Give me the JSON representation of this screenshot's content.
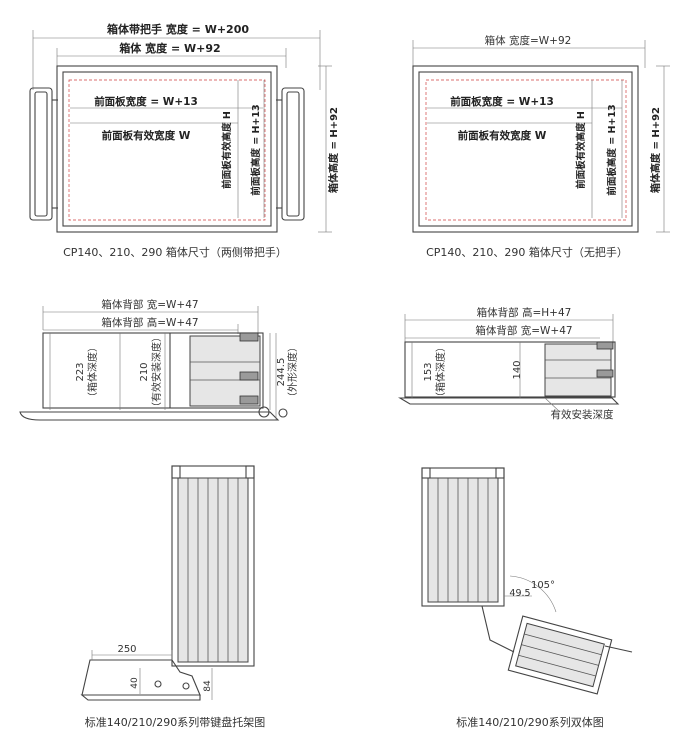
{
  "top_left": {
    "dim_total": "箱体带把手 宽度 = W+200",
    "dim_width": "箱体 宽度 = W+92",
    "dim_front_width": "前面板宽度 = W+13",
    "dim_effective_width": "前面板有效宽度 W",
    "dim_effective_height": "前面板有效高度 H",
    "dim_front_height": "前面板高度 = H+13",
    "dim_height": "箱体高度 = H+92",
    "caption": "CP140、210、290 箱体尺寸（两侧带把手）"
  },
  "top_right": {
    "dim_width": "箱体 宽度=W+92",
    "dim_front_width": "前面板宽度 = W+13",
    "dim_effective_width": "前面板有效宽度 W",
    "dim_effective_height": "前面板有效高度 H",
    "dim_front_height": "前面板高度 = H+13",
    "dim_height": "箱体高度 = H+92",
    "caption": "CP140、210、290 箱体尺寸（无把手）"
  },
  "mid_left": {
    "dim_back_width": "箱体背部  宽=W+47",
    "dim_back_height": "箱体背部  高=W+47",
    "depth_value": "223",
    "depth_label": "（箱体深度）",
    "install_value": "210",
    "install_label": "（有效安装深度）",
    "outer_value": "244.5",
    "outer_label": "（外形深度）"
  },
  "mid_right": {
    "dim_back_height": "箱体背部  高=H+47",
    "dim_back_width": "箱体背部  宽=W+47",
    "depth_value": "153",
    "depth_label": "（箱体深度）",
    "install_value": "140",
    "callout": "有效安装深度"
  },
  "bottom_left": {
    "dim_250": "250",
    "dim_40": "40",
    "dim_84": "84",
    "caption": "标准140/210/290系列带键盘托架图"
  },
  "bottom_right": {
    "angle": "105°",
    "dim_49": "49.5",
    "caption": "标准140/210/290系列双体图"
  }
}
